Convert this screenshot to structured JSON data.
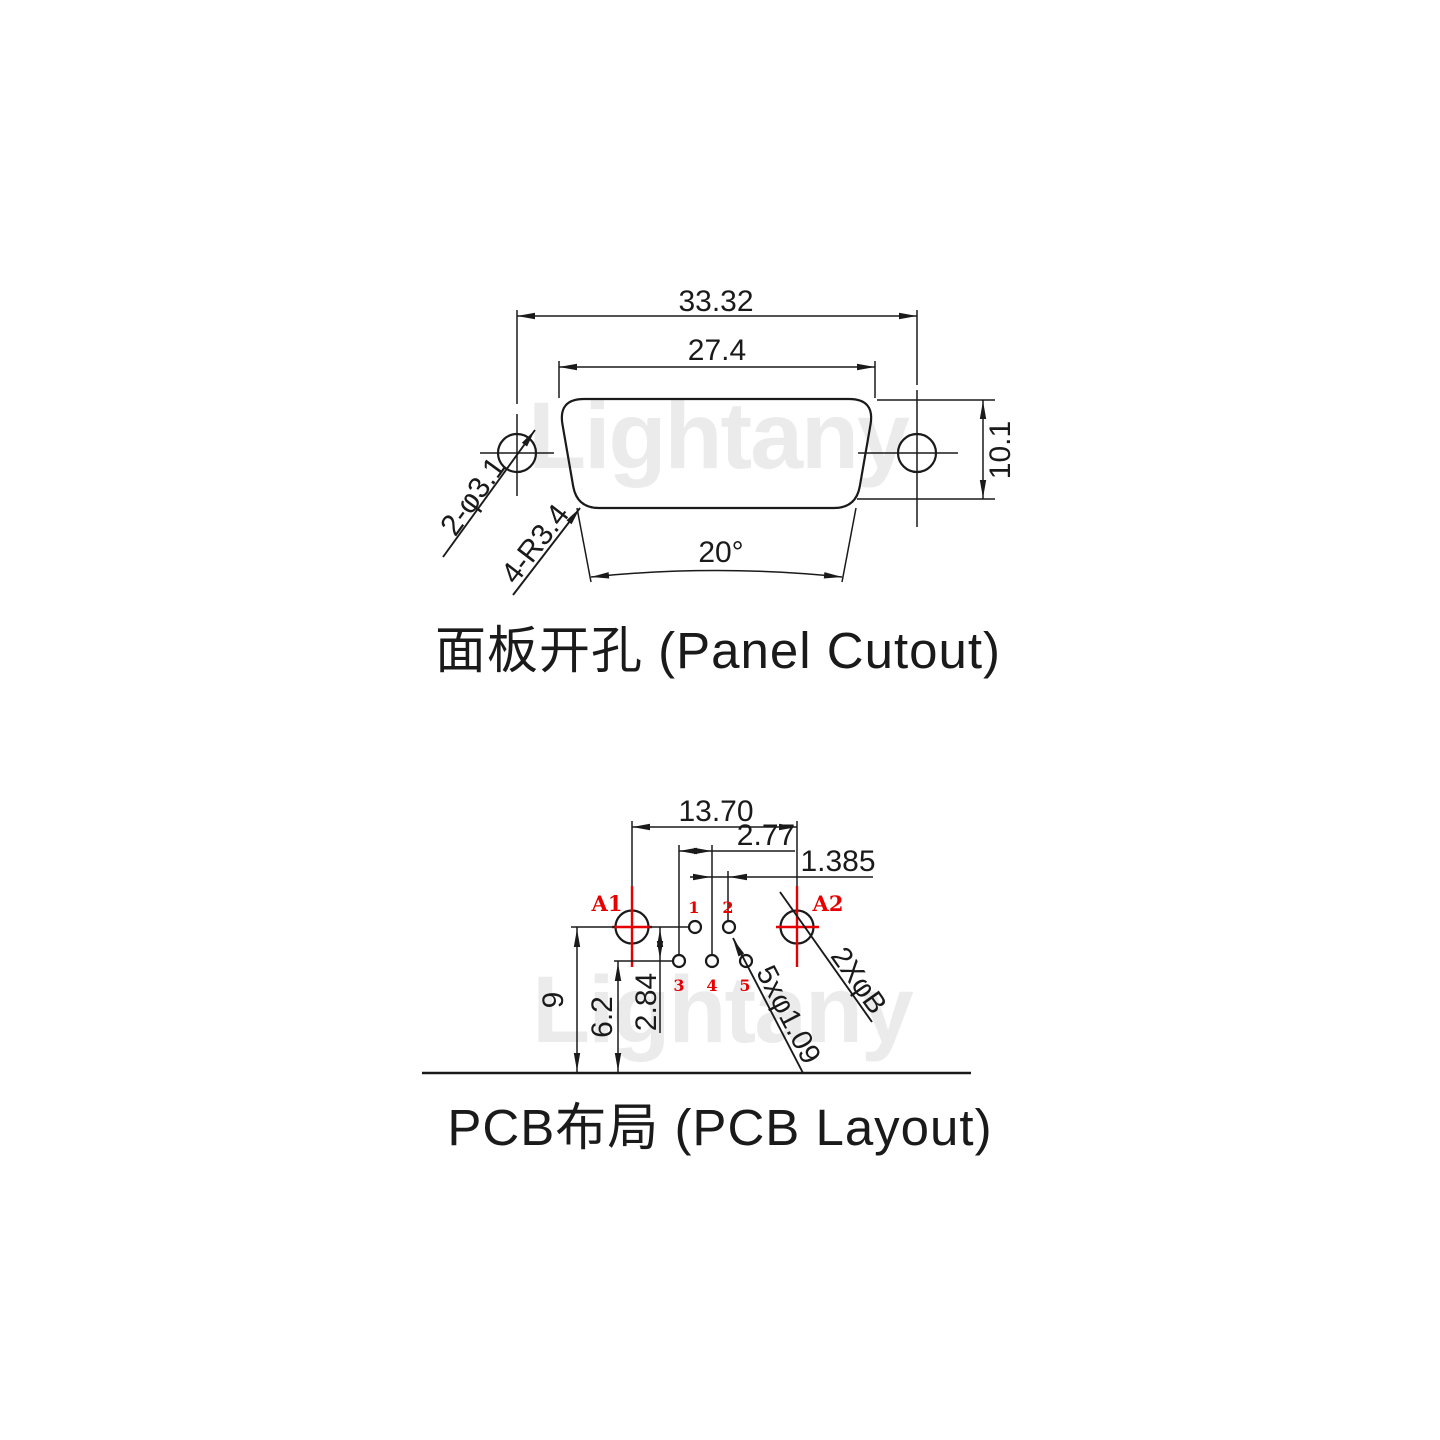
{
  "watermark": {
    "text": "Lightany",
    "color": "#ebebeb"
  },
  "panel_cutout": {
    "title": "面板开孔 (Panel Cutout)",
    "dim_overall_width": "33.32",
    "dim_cutout_width": "27.4",
    "dim_height": "10.1",
    "label_mount_holes": "2-φ3.1",
    "label_corner_radius": "4-R3.4",
    "label_side_angle": "20°"
  },
  "pcb_layout": {
    "title": "PCB布局 (PCB Layout)",
    "dim_mount_span": "13.70",
    "dim_pin_pitch": "2.77",
    "dim_row_offset": "1.385",
    "dim_mount_height": "9",
    "dim_pin_row_height": "6.2",
    "dim_row_gap": "2.84",
    "label_signal_holes": "5xφ1.09",
    "label_mount_holes": "2XφB",
    "label_a1": "A1",
    "label_a2": "A2",
    "pin_numbers": [
      "1",
      "2",
      "3",
      "4",
      "5"
    ]
  },
  "colors": {
    "line": "#1a1a1a",
    "red": "#e60000",
    "watermark": "#ebebeb",
    "background": "#ffffff"
  }
}
